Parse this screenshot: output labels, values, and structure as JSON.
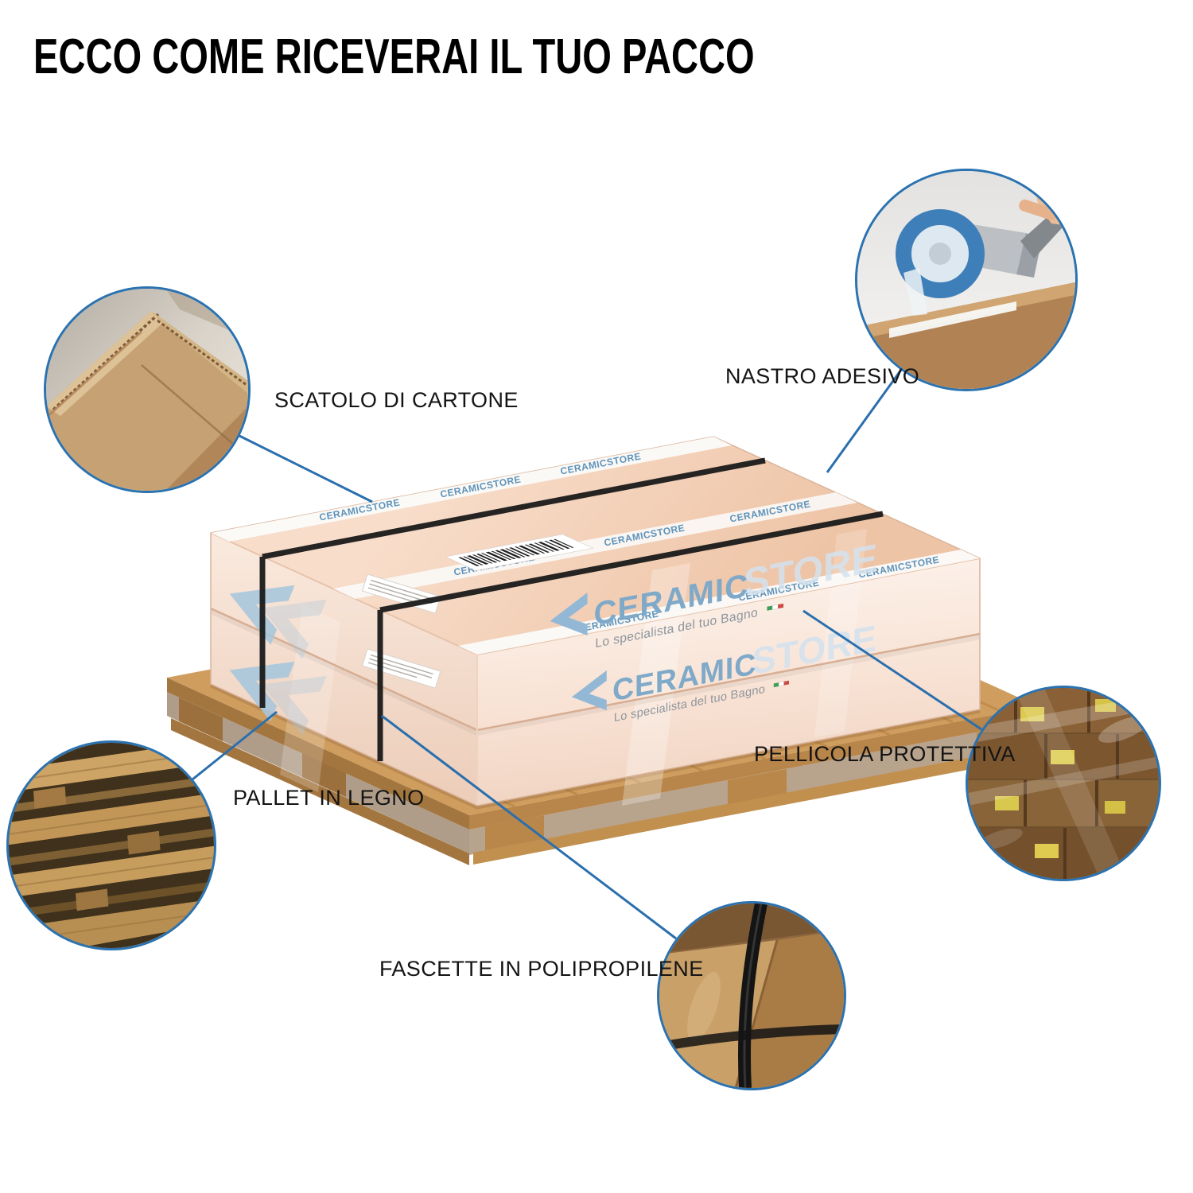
{
  "page": {
    "title": "ECCO COME RICEVERAI IL TUO PACCO",
    "background": "#ffffff"
  },
  "colors": {
    "accent_blue": "#2a6fad",
    "circle_border": "#2a72b0",
    "cardboard": "#cf9d5e",
    "strap_black": "#1b1b1b",
    "brand_blue": "#7ea9c9"
  },
  "package": {
    "brand": "CERAMIC",
    "brand_suffix": "STORE",
    "tagline": "Lo specialista del tuo Bagno",
    "tape_brand": "CERAMICSTORE"
  },
  "callouts": [
    {
      "id": "scatolo-di-cartone",
      "label": "SCATOLO DI CARTONE",
      "photo": "cardboard-box-corner"
    },
    {
      "id": "nastro-adesivo",
      "label": "NASTRO ADESIVO",
      "photo": "tape-dispenser-on-box"
    },
    {
      "id": "pellicola-protettiva",
      "label": "PELLICOLA PROTETTIVA",
      "photo": "shrink-wrapped-boxes"
    },
    {
      "id": "pallet-in-legno",
      "label": "PALLET IN LEGNO",
      "photo": "wooden-pallet-stack"
    },
    {
      "id": "fascette-in-polipropilene",
      "label": "FASCETTE IN POLIPROPILENE",
      "photo": "strapped-box-corner"
    }
  ]
}
